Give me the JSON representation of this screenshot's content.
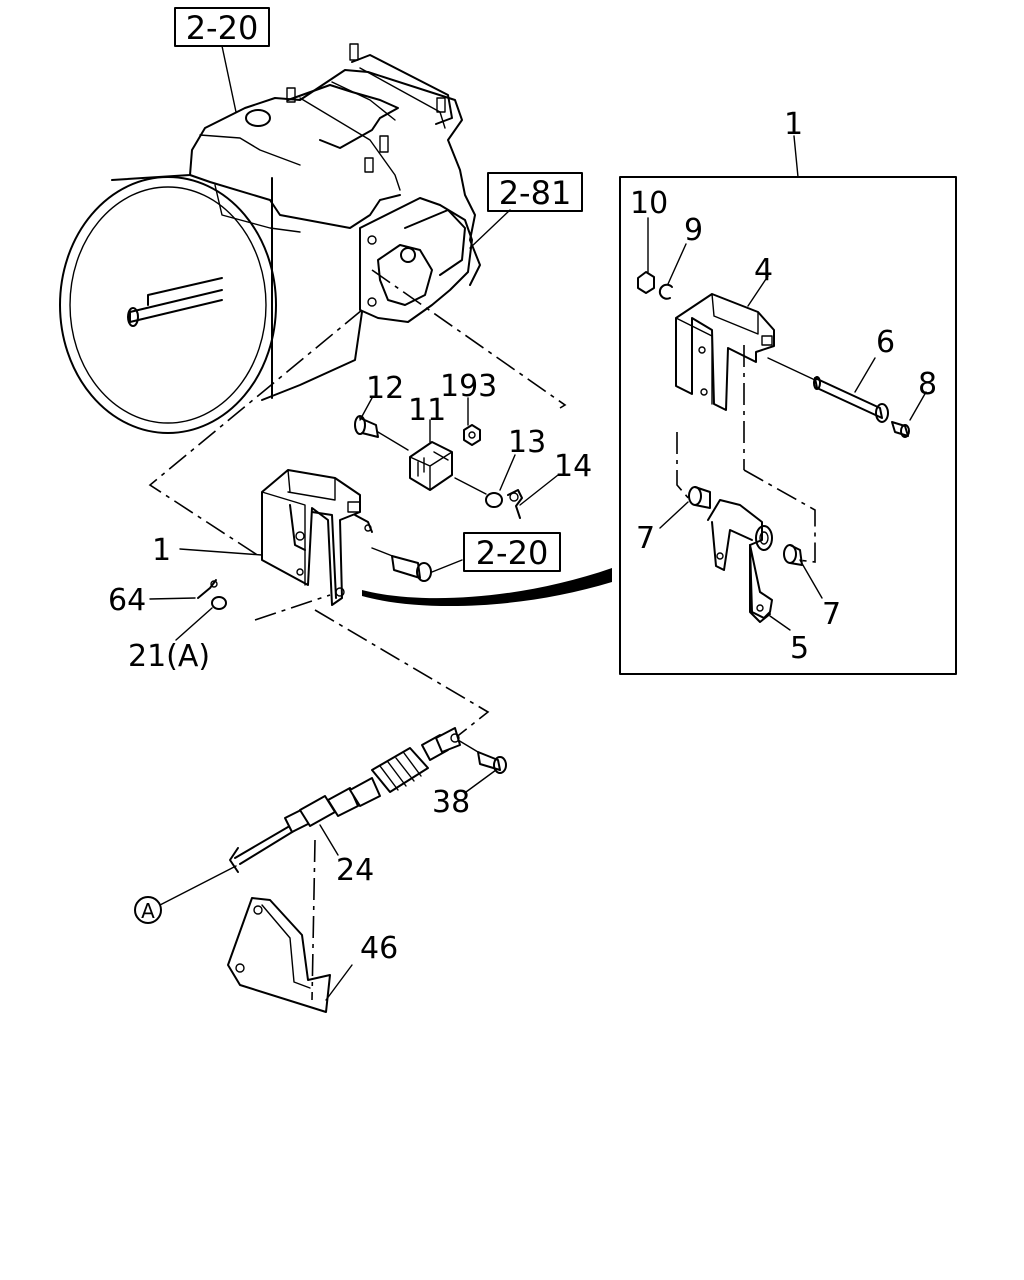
{
  "ref_boxes": [
    {
      "id": "ref-top",
      "text": "2-20"
    },
    {
      "id": "ref-right",
      "text": "2-81"
    },
    {
      "id": "ref-mid",
      "text": "2-20"
    }
  ],
  "callouts": {
    "c1_inset": "1",
    "c10": "10",
    "c9": "9",
    "c4": "4",
    "c6": "6",
    "c8": "8",
    "c7a": "7",
    "c7b": "7",
    "c5": "5",
    "c12": "12",
    "c193": "193",
    "c11": "11",
    "c13": "13",
    "c14": "14",
    "c1_main": "1",
    "c64": "64",
    "c21a": "21(A)",
    "c38": "38",
    "c24": "24",
    "c46": "46",
    "circle_a": "A"
  }
}
